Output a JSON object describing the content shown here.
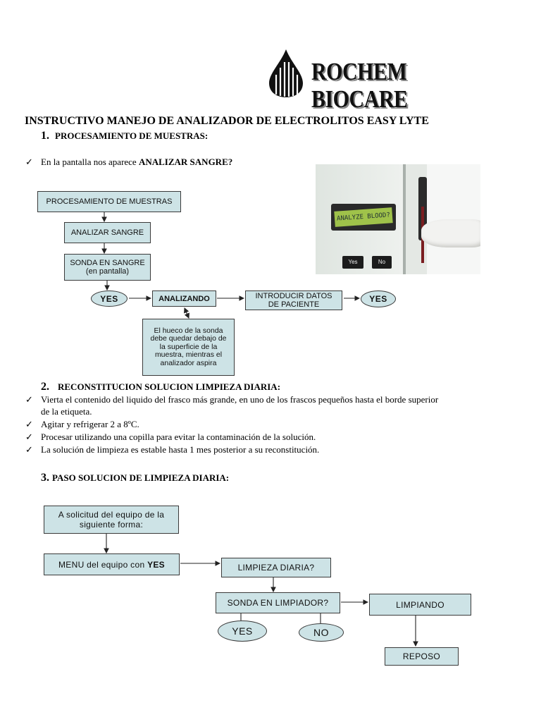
{
  "logo": {
    "text": "ROCHEM BIOCARE"
  },
  "title": "INSTRUCTIVO MANEJO DE ANALIZADOR DE ELECTROLITOS EASY LYTE",
  "section1": {
    "number": "1.",
    "heading": "PROCESAMIENTO DE  MUESTRAS:",
    "bullet_prefix": "En la pantalla nos aparece ",
    "bullet_bold": "ANALIZAR SANGRE?",
    "flow": {
      "procesamiento": "PROCESAMIENTO DE MUESTRAS",
      "analizar": "ANALIZAR SANGRE",
      "sonda_line1": "SONDA EN SANGRE",
      "sonda_line2": "(en pantalla)",
      "yes1": "YES",
      "analizando": "ANALIZANDO",
      "introducir_line1": "INTRODUCIR DATOS",
      "introducir_line2": "DE PACIENTE",
      "yes2": "YES",
      "note_lines": [
        "El hueco de la sonda",
        "debe quedar debajo de",
        "la superficie de la",
        "muestra, mientras el",
        "analizador aspira"
      ]
    },
    "photo": {
      "lcd_text": "ANALYZE BLOOD?",
      "yes_button": "Yes",
      "no_button": "No"
    }
  },
  "section2": {
    "number": "2.",
    "heading": "RECONSTITUCION SOLUCION LIMPIEZA DIARIA:",
    "bullets": [
      "Vierta el contenido del liquido del frasco más grande, en uno de los frascos pequeños hasta el borde superior",
      "Agitar y refrigerar 2 a 8ºC.",
      "Procesar utilizando una copilla para evitar la contaminación de la solución.",
      "La solución de limpieza es estable hasta 1  mes posterior a su reconstitución."
    ],
    "bullet1_cont": "de la etiqueta."
  },
  "section3": {
    "number": "3.",
    "heading": "PASO SOLUCION DE LIMPIEZA DIARIA:",
    "flow": {
      "solicitud_line1": "A solicitud del equipo de la",
      "solicitud_line2": "siguiente forma:",
      "menu_prefix": "MENU del equipo con ",
      "menu_bold": "YES",
      "limpieza": "LIMPIEZA DIARIA?",
      "sonda": "SONDA EN LIMPIADOR?",
      "limpiando": "LIMPIANDO",
      "yes": "YES",
      "no": "NO",
      "reposo": "REPOSO"
    }
  },
  "colors": {
    "box_fill": "#cde3e6",
    "box_border": "#3a3a3a",
    "lcd_green": "#9fc24a"
  }
}
